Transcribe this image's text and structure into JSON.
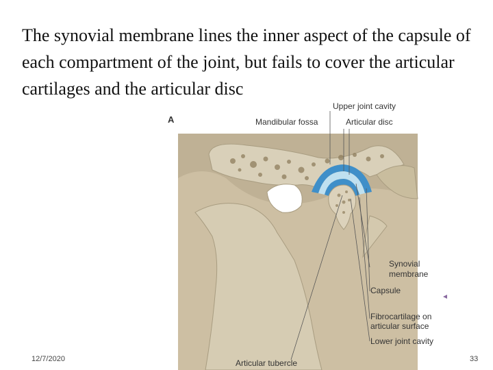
{
  "slide": {
    "body_text": "The synovial membrane lines the inner aspect of the capsule of each compartment of the joint, but fails to cover the articular cartilages and the articular disc"
  },
  "figure": {
    "panel_letter": "A",
    "labels": {
      "upper_joint_cavity": "Upper joint cavity",
      "mandibular_fossa": "Mandibular fossa",
      "articular_disc": "Articular disc",
      "synovial_membrane_line1": "Synovial",
      "synovial_membrane_line2": "membrane",
      "capsule": "Capsule",
      "fibrocartilage_line1": "Fibrocartilage on",
      "fibrocartilage_line2": "articular surface",
      "lower_joint_cavity": "Lower joint cavity",
      "articular_tubercle": "Articular tubercle"
    },
    "colors": {
      "bone": "#d9d0b9",
      "bone_shadow": "#b8ad93",
      "trabecular_hole": "#8f7e5d",
      "synovial_blue": "#3f8fc9",
      "disc_light_blue": "#bfe0f0",
      "background_tissue": "#c9bfa5"
    }
  },
  "footer": {
    "date": "12/7/2020",
    "page_number": "33"
  }
}
